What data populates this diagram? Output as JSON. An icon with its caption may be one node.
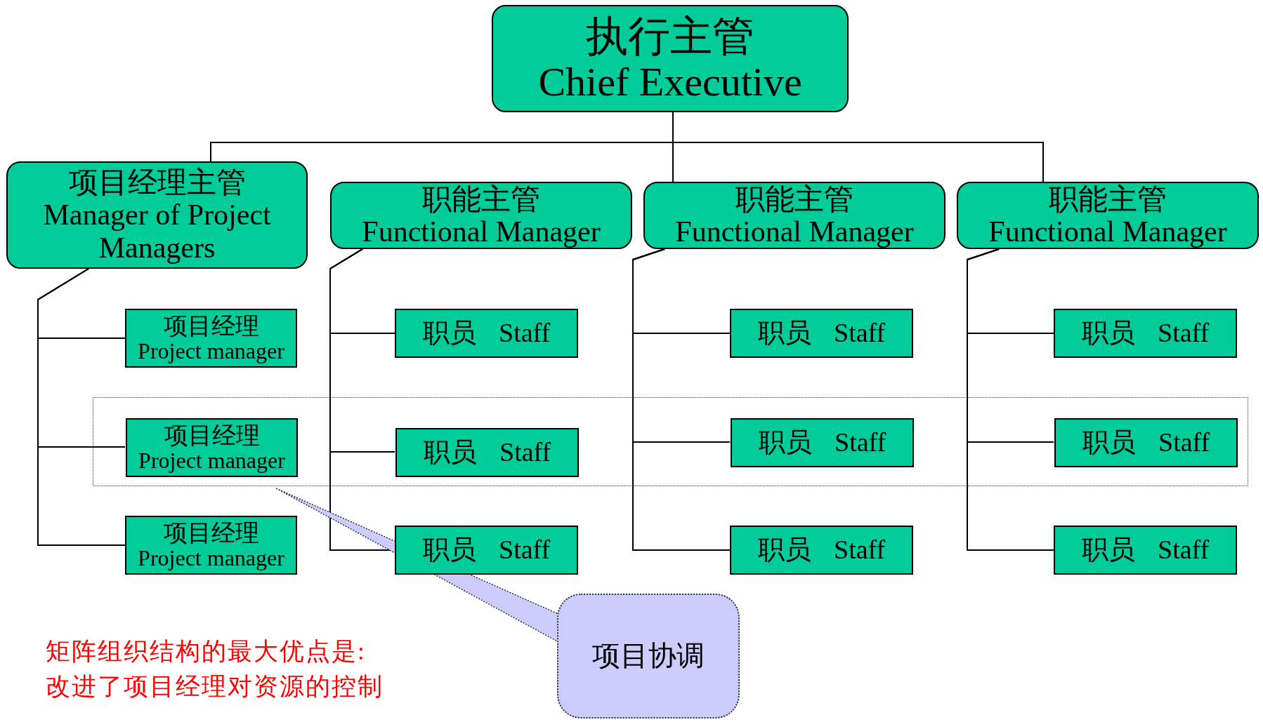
{
  "diagram": {
    "nodes": [
      {
        "text": [
          "执行主管",
          "Chief Executive"
        ]
      },
      {
        "text": [
          "项目经理主管",
          "Manager of Project Managers"
        ]
      },
      {
        "text": [
          "职能主管",
          "Functional Manager"
        ]
      },
      {
        "text": [
          "职能主管",
          "Functional Manager"
        ]
      },
      {
        "text": [
          "职能主管",
          "Functional Manager"
        ]
      },
      {
        "text": [],
        "shape": "box"
      },
      {
        "text": [
          "项目经理",
          "Project manager"
        ]
      },
      {
        "text": [
          "项目经理",
          "Project manager"
        ],
        "in": 5
      },
      {
        "text": [
          "项目经理",
          "Project manager"
        ]
      },
      {
        "text": [
          "职员 Staff"
        ]
      },
      {
        "text": [
          "职员 Staff"
        ],
        "in": 5
      },
      {
        "text": [
          "职员 Staff"
        ]
      },
      {
        "text": [
          "职员 Staff"
        ]
      },
      {
        "text": [
          "职员 Staff"
        ],
        "in": 5
      },
      {
        "text": [
          "职员 Staff"
        ]
      },
      {
        "text": [
          "职员 Staff"
        ]
      },
      {
        "text": [
          "职员 Staff"
        ],
        "in": 5
      },
      {
        "text": [
          "职员 Staff"
        ]
      },
      {
        "text": [
          "项目协调"
        ]
      }
    ],
    "edges": [
      {
        "from": 0,
        "to": 1,
        "arrow": "none"
      },
      {
        "from": 0,
        "to": 3,
        "arrow": "none"
      },
      {
        "from": 0,
        "to": 4,
        "arrow": "none"
      },
      {
        "from": 1,
        "to": 6,
        "arrow": "none"
      },
      {
        "from": 1,
        "to": 7,
        "arrow": "none"
      },
      {
        "from": 1,
        "to": 8,
        "arrow": "none"
      },
      {
        "from": 2,
        "to": 9,
        "arrow": "none"
      },
      {
        "from": 2,
        "to": 10,
        "arrow": "none"
      },
      {
        "from": 2,
        "to": 11,
        "arrow": "none"
      },
      {
        "from": 3,
        "to": 12,
        "arrow": "none"
      },
      {
        "from": 3,
        "to": 13,
        "arrow": "none"
      },
      {
        "from": 3,
        "to": 14,
        "arrow": "none"
      },
      {
        "from": 4,
        "to": 15,
        "arrow": "none"
      },
      {
        "from": 4,
        "to": 16,
        "arrow": "none"
      },
      {
        "from": 4,
        "to": 17,
        "arrow": "none"
      },
      {
        "from": 18,
        "to": 5,
        "arrow": "none"
      }
    ],
    "labels": [
      "矩阵组织结构的最大优点是:",
      "改进了项目经理对资源的控制"
    ]
  }
}
